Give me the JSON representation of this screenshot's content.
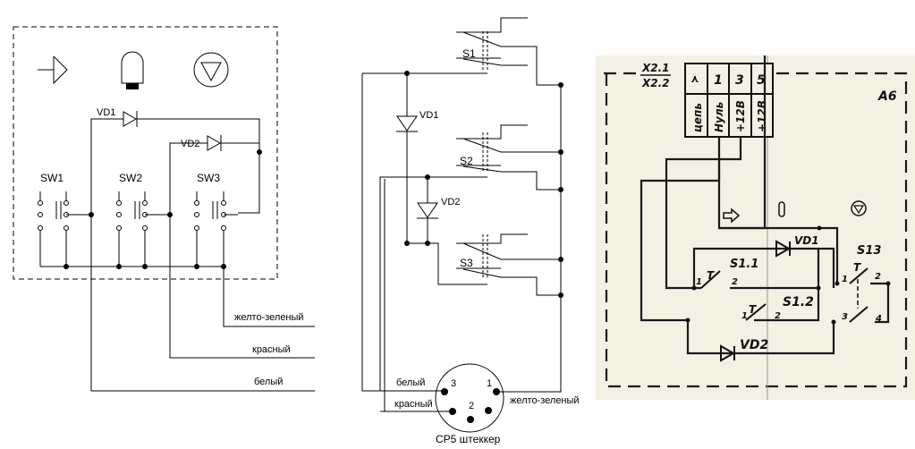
{
  "left_schematic": {
    "diodes": [
      "VD1",
      "VD2"
    ],
    "switches": [
      "SW1",
      "SW2",
      "SW3"
    ],
    "wires": [
      "желто-зеленый",
      "красный",
      "белый"
    ],
    "icons": [
      "arrow-right-icon",
      "lamp-icon",
      "circle-triangle-icon"
    ]
  },
  "middle_schematic": {
    "switches": [
      "S1",
      "S2",
      "S3"
    ],
    "diodes": [
      "VD1",
      "VD2"
    ],
    "connector": {
      "title": "CP5 штеккер",
      "pins": [
        "3",
        "1",
        "2"
      ],
      "wires": [
        "белый",
        "красный",
        "желто-зеленый"
      ]
    }
  },
  "scan_schematic": {
    "connector": [
      "X2.1",
      "X2.2"
    ],
    "pin_numbers": [
      "1",
      "3",
      "5"
    ],
    "pin_labels": [
      "цепь",
      "Нуль",
      "+12В",
      "+12В"
    ],
    "block": "A6",
    "switches": [
      "S1.1",
      "S1.2",
      "S13"
    ],
    "diodes": [
      "VD1",
      "VD2"
    ],
    "contacts": [
      "1",
      "2",
      "1",
      "2",
      "1",
      "2",
      "3",
      "4"
    ]
  }
}
